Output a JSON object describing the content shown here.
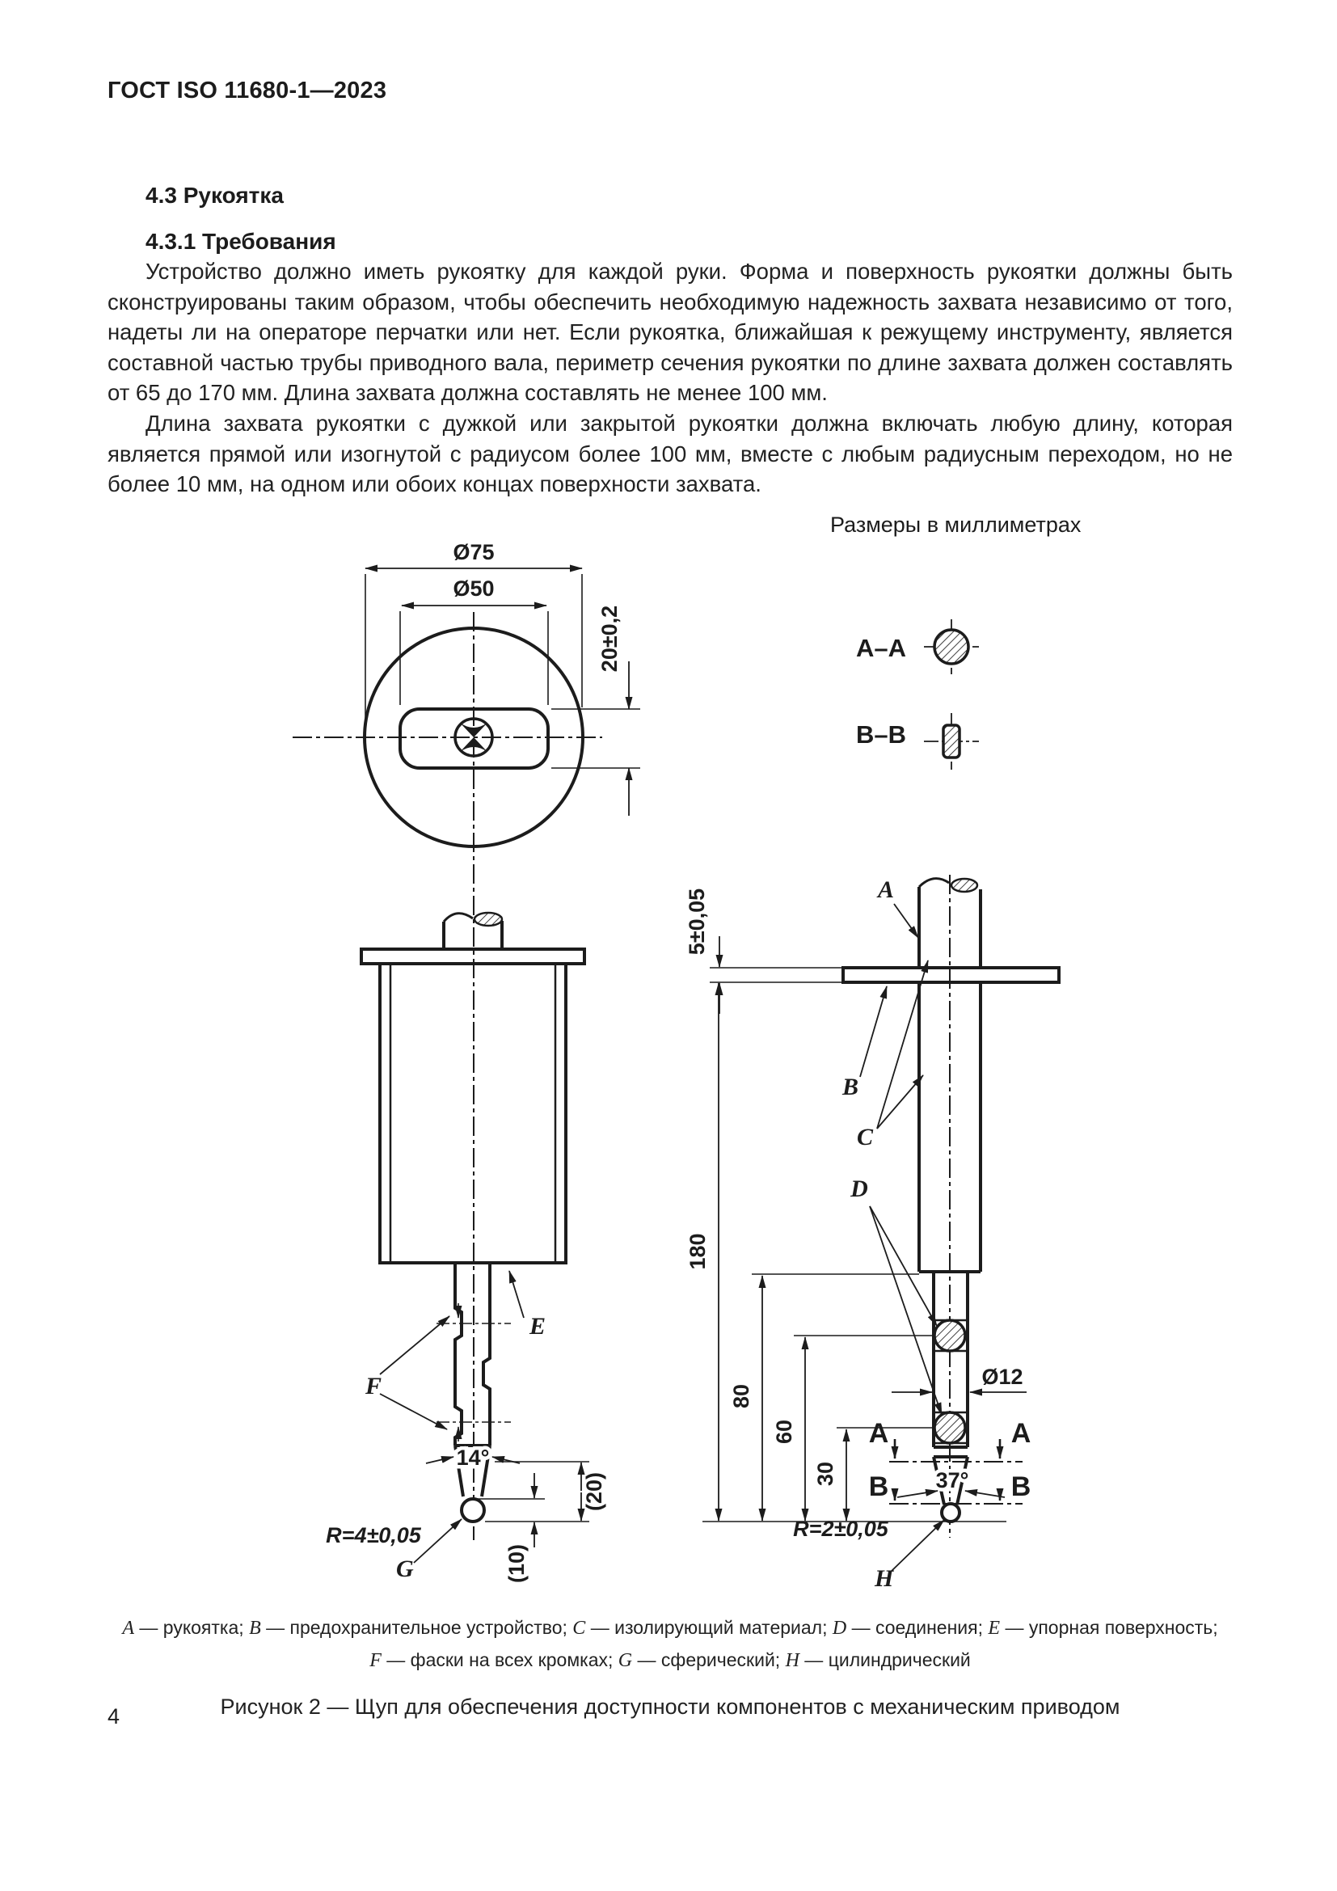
{
  "page": {
    "header": "ГОСТ ISO 11680-1—2023",
    "number": "4"
  },
  "section": {
    "heading1": "4.3 Рукоятка",
    "heading2": "4.3.1 Требования",
    "para1": "Устройство должно иметь рукоятку для каждой руки. Форма и поверхность рукоятки должны быть сконструированы таким образом, чтобы обеспечить необходимую надежность захвата независимо от того, надеты ли на операторе перчатки или нет. Если рукоятка, ближайшая к режущему инструменту, является составной частью трубы приводного вала, периметр сечения рукоятки по длине захвата должен составлять от 65 до 170 мм. Длина захвата должна составлять не менее 100 мм.",
    "para2": "Длина захвата рукоятки с дужкой или закрытой рукоятки должна включать любую длину, которая является прямой или изогнутой с радиусом более 100 мм, вместе с любым радиусным переходом, но не более 10 мм, на одном или обоих концах поверхности захвата."
  },
  "figure": {
    "units_note": "Размеры в миллиметрах",
    "section_aa": "A–A",
    "section_bb": "B–B",
    "dims": {
      "d75": "Ø75",
      "d50": "Ø50",
      "t20": "20±0,2",
      "t5": "5±0,05",
      "len180": "180",
      "len80": "80",
      "len60": "60",
      "len30": "30",
      "d12": "Ø12",
      "ang14": "14°",
      "ang37": "37°",
      "p20": "(20)",
      "p10": "(10)",
      "r4": "R=4±0,05",
      "r2": "R=2±0,05"
    },
    "callouts": {
      "a": "A",
      "b": "B",
      "c": "C",
      "d": "D",
      "e": "E",
      "f": "F",
      "g": "G",
      "h": "H"
    }
  },
  "legend": {
    "line1": [
      {
        "key": "A",
        "text": "рукоятка"
      },
      {
        "key": "B",
        "text": "предохранительное устройство"
      },
      {
        "key": "C",
        "text": "изолирующий материал"
      },
      {
        "key": "D",
        "text": "соединения"
      },
      {
        "key": "E",
        "text": "упорная поверхность"
      }
    ],
    "line2": [
      {
        "key": "F",
        "text": "фаски на всех кромках"
      },
      {
        "key": "G",
        "text": "сферический"
      },
      {
        "key": "H",
        "text": "цилиндрический"
      }
    ],
    "separator": " — ",
    "delimiter": "; ",
    "tail1": ";",
    "tail2": ""
  },
  "caption": "Рисунок 2 — Щуп для обеспечения доступности компонентов с механическим приводом"
}
